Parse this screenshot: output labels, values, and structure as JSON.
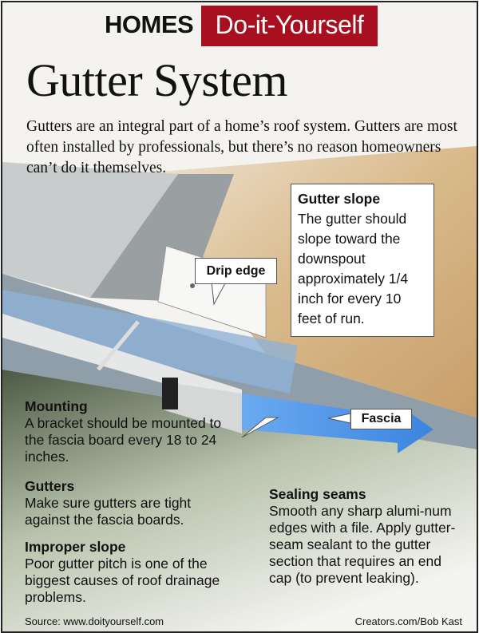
{
  "header": {
    "section": "HOMES",
    "tag": "Do-it-Yourself"
  },
  "title": "Gutter System",
  "intro": "Gutters are an integral part of a home’s roof system. Gutters are most often installed by professionals, but there’s no reason homeowners can’t do it themselves.",
  "callouts": {
    "gutter_slope": {
      "heading": "Gutter slope",
      "text": "The gutter should slope toward the downspout approximately 1/4 inch for every 10 feet of run."
    },
    "drip_edge": "Drip edge",
    "fascia": "Fascia"
  },
  "notes": [
    {
      "heading": "Mounting",
      "text": "A bracket should be mounted to the fascia board every 18 to 24 inches."
    },
    {
      "heading": "Gutters",
      "text": "Make sure gutters are tight against the fascia boards."
    },
    {
      "heading": "Improper slope",
      "text": "Poor gutter pitch is one of the biggest causes of roof drainage problems."
    },
    {
      "heading": "Sealing seams",
      "text": "Smooth any sharp alumi-num edges with a file. Apply gutter-seam sealant to the gutter section that requires an end cap (to prevent leaking)."
    }
  ],
  "footer": {
    "source": "Source: www.doityourself.com",
    "credit": "Creators.com/Bob Kast"
  },
  "colors": {
    "accent": "#a80f1f",
    "water": "#4a90e0"
  }
}
